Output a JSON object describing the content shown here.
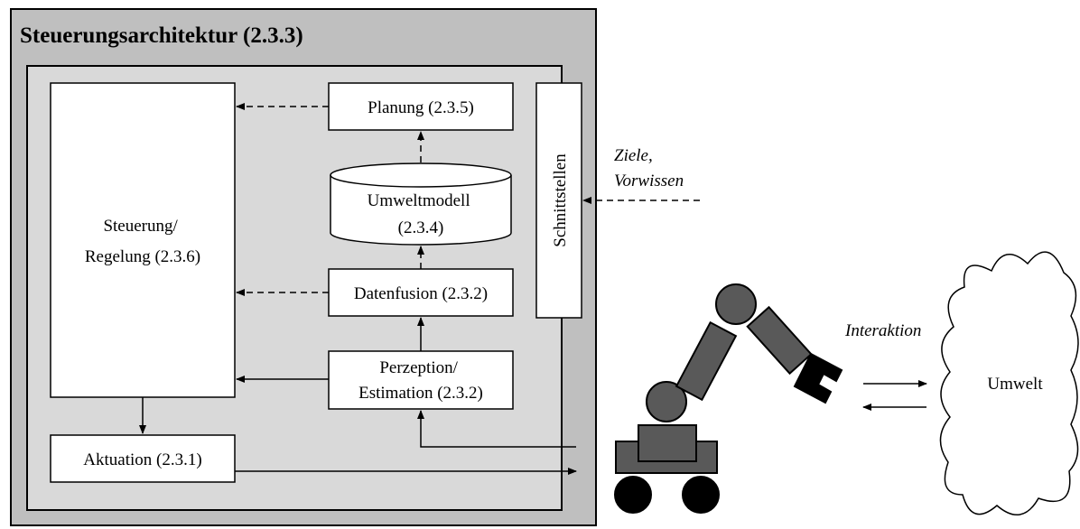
{
  "diagram": {
    "title": "Steuerungsarchitektur (2.3.3)",
    "nodes": {
      "steuerung": [
        "Steuerung/",
        "Regelung (2.3.6)"
      ],
      "planung": "Planung (2.3.5)",
      "umweltmodell": [
        "Umweltmodell",
        "(2.3.4)"
      ],
      "datenfusion": "Datenfusion (2.3.2)",
      "perzeption": [
        "Perzeption/",
        "Estimation (2.3.2)"
      ],
      "aktuation": "Aktuation (2.3.1)",
      "schnittstellen": "Schnittstellen",
      "umwelt": "Umwelt"
    },
    "annotations": {
      "ziele": [
        "Ziele,",
        "Vorwissen"
      ],
      "interaktion": "Interaktion"
    },
    "colors": {
      "outer_fill": "#bfbfbf",
      "inner_fill": "#d9d9d9",
      "robot": "#595959",
      "stroke": "#000000"
    }
  }
}
